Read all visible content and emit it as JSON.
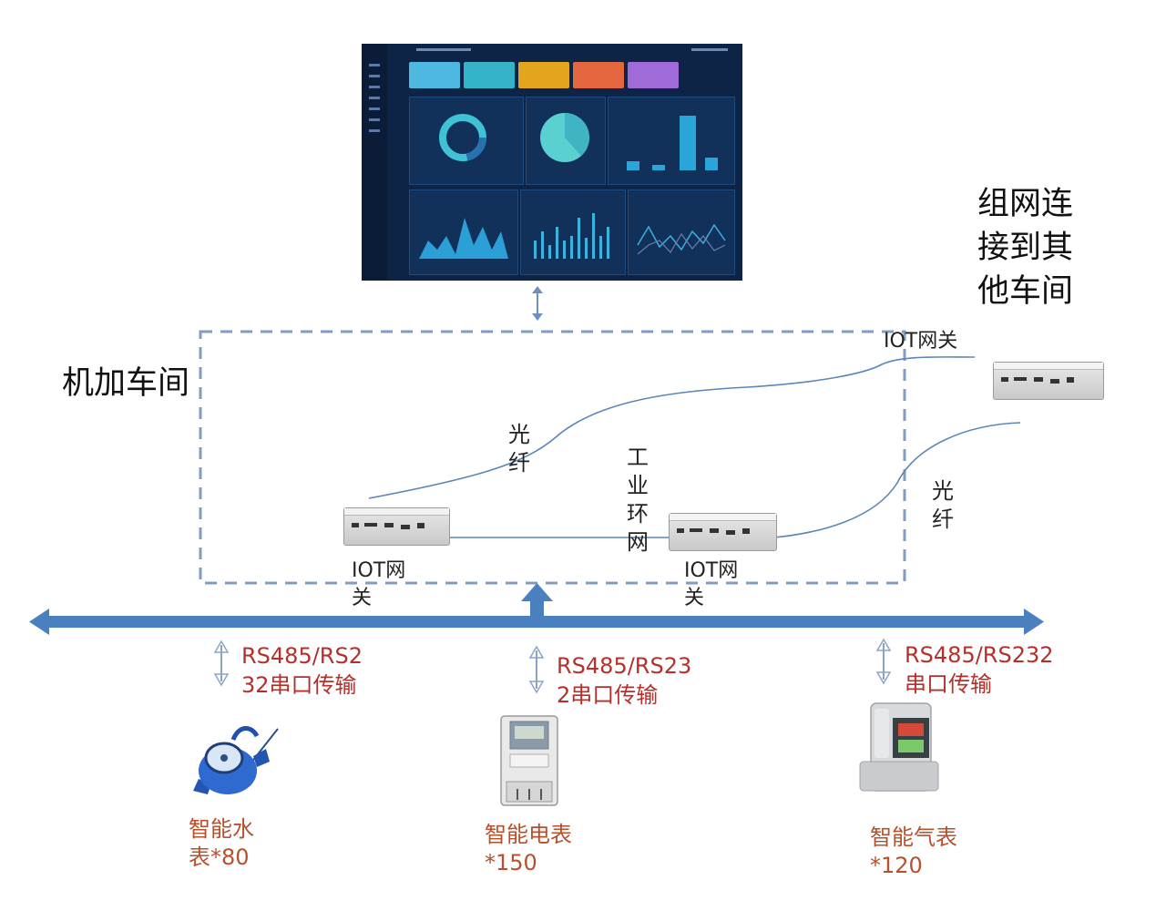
{
  "title_other_workshops": [
    "组网连",
    "接到其",
    "他车间"
  ],
  "title_workshop": "机加车间",
  "gateways": {
    "top_right_label": "IOT网关",
    "left_label": [
      "IOT网",
      "关"
    ],
    "middle_label": [
      "IOT网",
      "关"
    ]
  },
  "links": {
    "fiber_left": [
      "光",
      "纤"
    ],
    "ring": [
      "工",
      "业",
      "环",
      "网"
    ],
    "fiber_right": [
      "光",
      "纤"
    ]
  },
  "transmissions": {
    "water": [
      "RS485/RS2",
      "32串口传输"
    ],
    "electric": [
      "RS485/RS23",
      "2串口传输"
    ],
    "gas": [
      "RS485/RS232",
      "串口传输"
    ]
  },
  "meters": {
    "water": [
      "智能水",
      "表*80"
    ],
    "electric": [
      "智能电表",
      "*150"
    ],
    "gas": [
      "智能气表",
      "*120"
    ]
  },
  "colors": {
    "bus_blue": "#4a7fc0",
    "dashed_border": "#7f9cc4",
    "fiber_line": "#5b86b8",
    "transmission_red": "#b5302a",
    "meter_orange": "#b8502c",
    "dashboard_bg": "#0d2446"
  }
}
